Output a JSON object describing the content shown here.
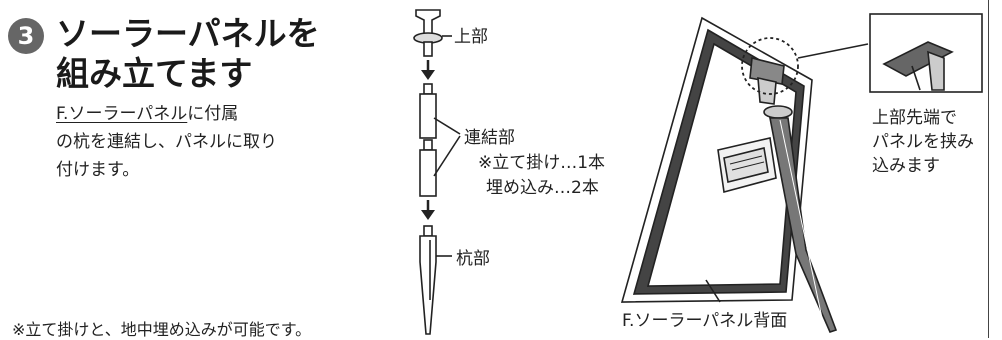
{
  "step": {
    "number": "3"
  },
  "title": {
    "line1": "ソーラーパネルを",
    "line2": "組み立てます"
  },
  "body": {
    "line1_underlined": "F.ソーラーパネル",
    "line1_rest": "に付属",
    "line2": "の杭を連結し、パネルに取り",
    "line3": "付けます。"
  },
  "footnote": "※立て掛けと、地中埋め込みが可能です。",
  "diagram": {
    "top_part": "上部",
    "connector": "連結部",
    "lean_count": "※立て掛け…1本",
    "bury_count": "埋め込み…2本",
    "stake": "杭部"
  },
  "panel": {
    "tip_line1": "上部先端で",
    "tip_line2": "パネルを挟み",
    "tip_line3": "込みます",
    "back_label": "F.ソーラーパネル背面"
  }
}
